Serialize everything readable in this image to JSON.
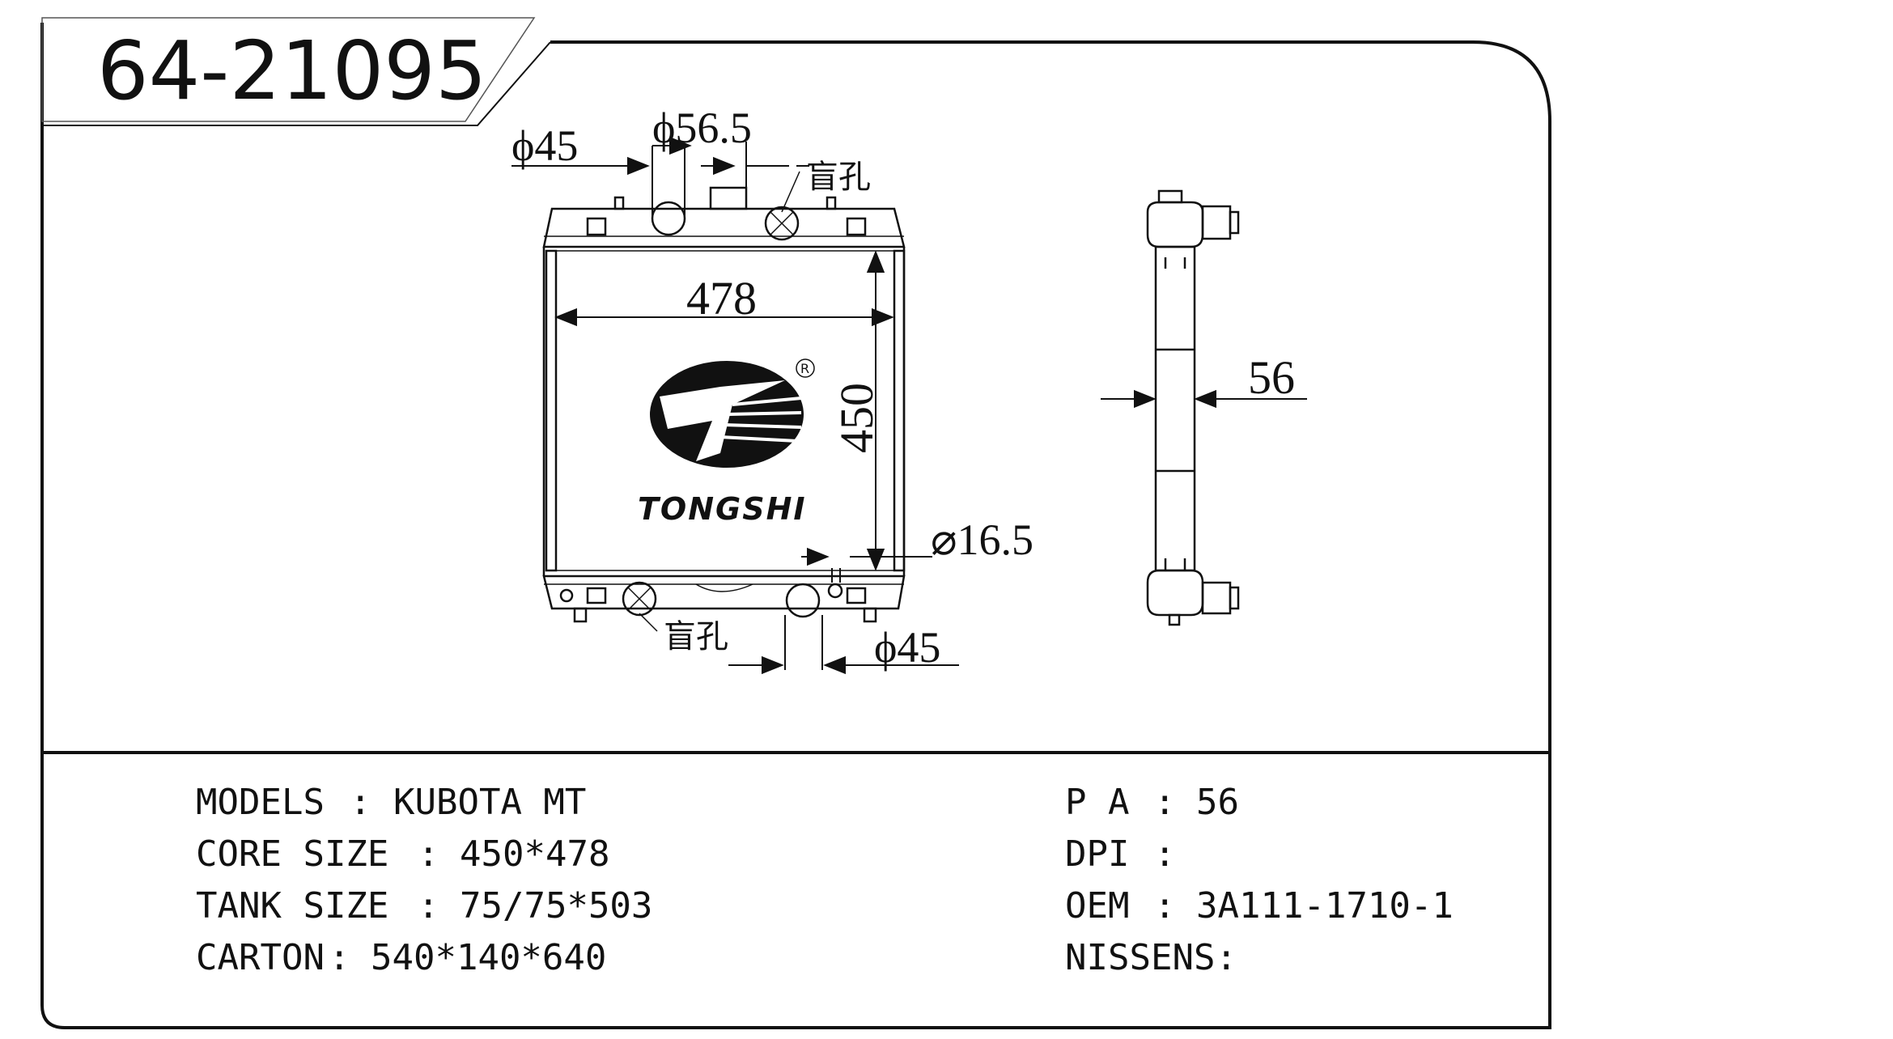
{
  "part_number": "64-21095",
  "brand": {
    "name": "TONGSHI",
    "registered_mark": "R"
  },
  "dimensions": {
    "top_left_inlet": "ϕ45",
    "top_filler": "ϕ56.5",
    "top_blind_hole": "盲孔",
    "core_width": "478",
    "core_height": "450",
    "drain": "⌀16.5",
    "bottom_blind_hole": "盲孔",
    "bottom_outlet": "ϕ45",
    "core_thickness": "56"
  },
  "specs_left": [
    {
      "label": "MODELS",
      "sep": ":",
      "value": "KUBOTA MT"
    },
    {
      "label": "CORE SIZE",
      "sep": ":",
      "value": "450*478"
    },
    {
      "label": "TANK SIZE",
      "sep": ":",
      "value": "75/75*503"
    },
    {
      "label": "CARTON",
      "sep": ":",
      "value": "540*140*640"
    }
  ],
  "specs_right": [
    {
      "label": "P A",
      "sep": ":",
      "value": "56"
    },
    {
      "label": "DPI",
      "sep": ":",
      "value": ""
    },
    {
      "label": "OEM",
      "sep": ":",
      "value": "3A111-1710-1"
    },
    {
      "label": "NISSENS",
      "sep": ":",
      "value": ""
    }
  ]
}
